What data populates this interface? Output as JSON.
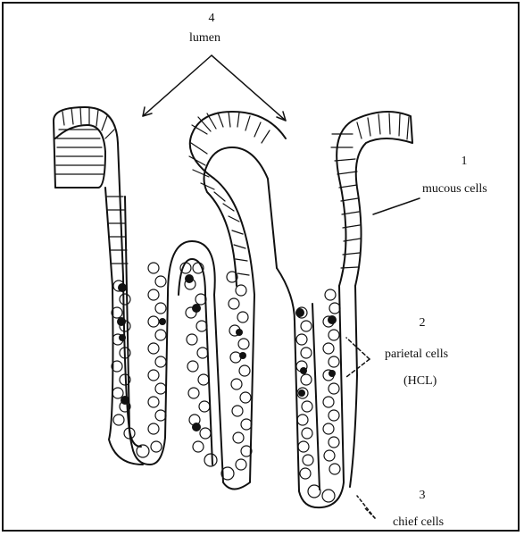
{
  "labels": {
    "lumen": {
      "number": "4",
      "text": "lumen"
    },
    "mucous": {
      "number": "1",
      "text": "mucous cells"
    },
    "parietal": {
      "number": "2",
      "text": "parietal cells",
      "subtext": "(HCL)"
    },
    "chief": {
      "number": "3",
      "text": "chief cells"
    }
  },
  "colors": {
    "ink": "#111111",
    "paper": "#ffffff"
  }
}
